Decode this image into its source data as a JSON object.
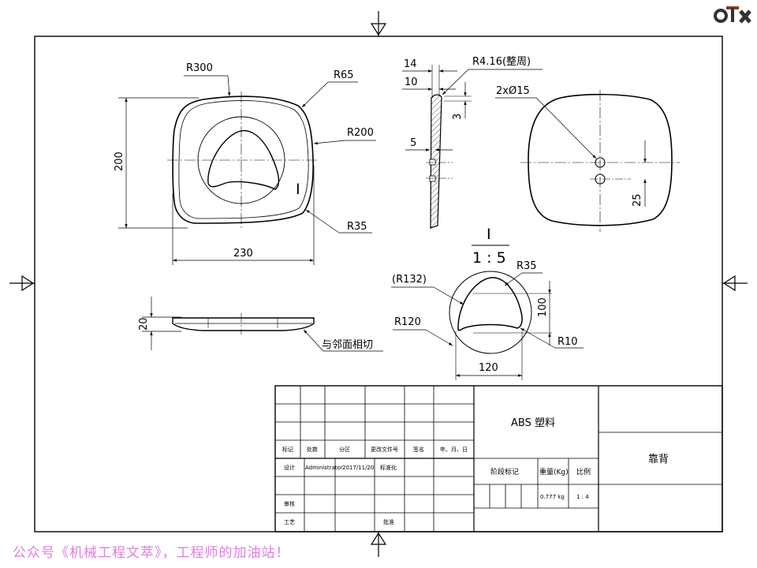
{
  "drawing": {
    "front_view": {
      "r300": "R300",
      "r65": "R65",
      "r200": "R200",
      "r35": "R35",
      "height": "200",
      "width": "230",
      "detail_mark": "I"
    },
    "bottom_view": {
      "thickness": "20",
      "tangent_note": "与邻面相切"
    },
    "section_view": {
      "d14": "14",
      "d10": "10",
      "fillet": "R4.16(整周)",
      "d3": "3",
      "d5": "5"
    },
    "rear_view": {
      "holes": "2xØ15",
      "spacing": "25"
    },
    "detail_view": {
      "label": "I",
      "scale": "1 : 5",
      "r132": "(R132)",
      "r35": "R35",
      "r120": "R120",
      "r10": "R10",
      "height": "100",
      "width": "120"
    }
  },
  "title_block": {
    "material": "ABS 塑料",
    "part_name": "靠背",
    "headers": {
      "mark": "标记",
      "count": "处数",
      "zone": "分区",
      "change_doc": "更改文件号",
      "signature": "签名",
      "date": "年、月、日"
    },
    "design_label": "设计",
    "designer": "Administrator",
    "design_date": "2017/11/20",
    "standardize": "标准化",
    "review": "审核",
    "process": "工艺",
    "approve": "批准",
    "stage_mark": "阶段标记",
    "weight_label": "重量(Kg)",
    "scale_label": "比例",
    "weight": "0.777 kg",
    "scale": "1 : 4"
  },
  "footer": {
    "note": "公众号《机械工程文萃》，工程师的加油站！"
  },
  "colors": {
    "footer_text": "#e07de0",
    "line": "#000000"
  }
}
